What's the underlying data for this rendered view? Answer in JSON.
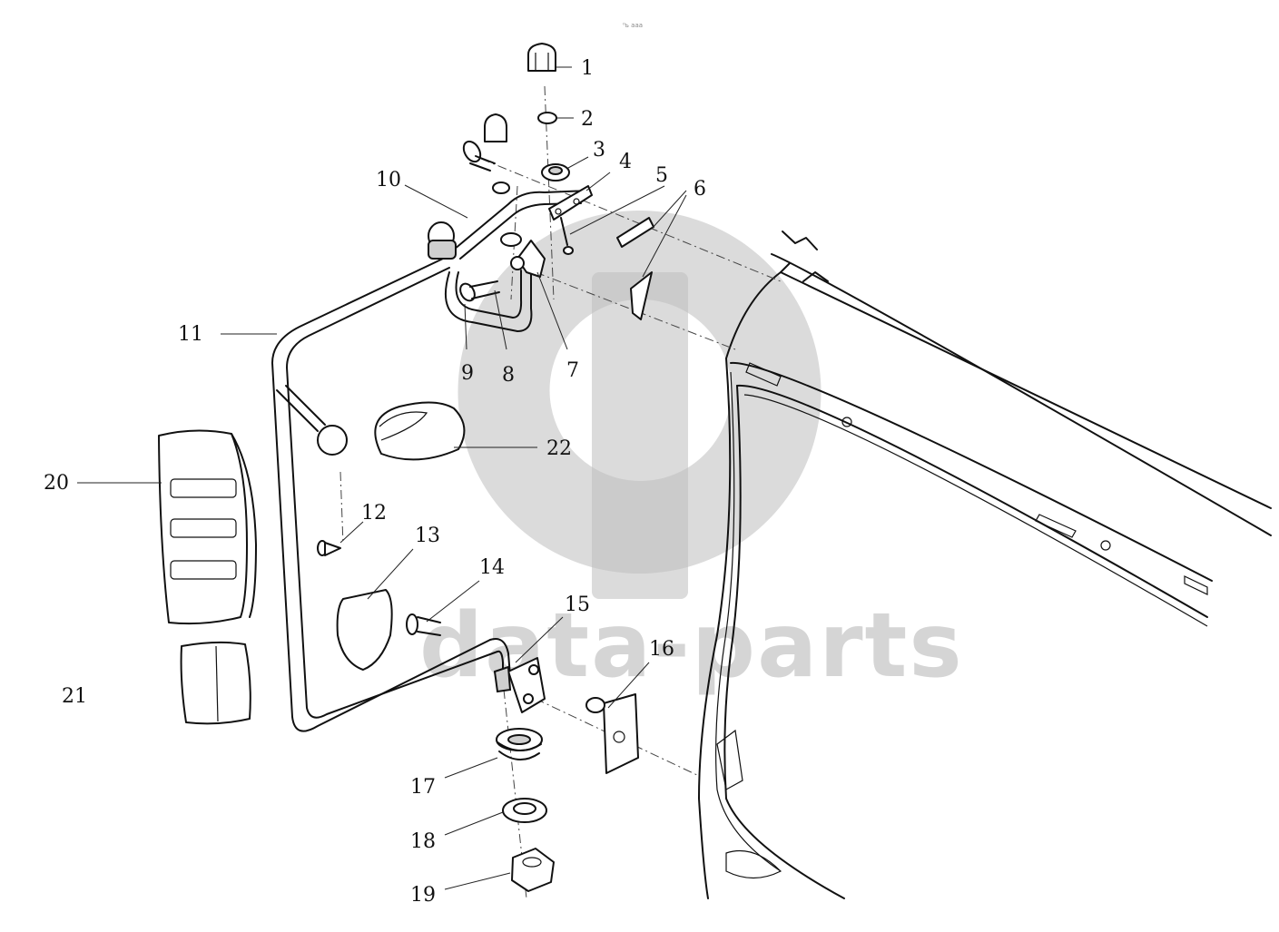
{
  "header_mark": "⁰ь ааа",
  "watermark": {
    "text": "data-parts"
  },
  "callouts": [
    {
      "id": "c1",
      "label": "1"
    },
    {
      "id": "c2",
      "label": "2"
    },
    {
      "id": "c3",
      "label": "3"
    },
    {
      "id": "c4",
      "label": "4"
    },
    {
      "id": "c5",
      "label": "5"
    },
    {
      "id": "c6",
      "label": "6"
    },
    {
      "id": "c7",
      "label": "7"
    },
    {
      "id": "c8",
      "label": "8"
    },
    {
      "id": "c9",
      "label": "9"
    },
    {
      "id": "c10",
      "label": "10"
    },
    {
      "id": "c11",
      "label": "11"
    },
    {
      "id": "c12",
      "label": "12"
    },
    {
      "id": "c13",
      "label": "13"
    },
    {
      "id": "c14",
      "label": "14"
    },
    {
      "id": "c15",
      "label": "15"
    },
    {
      "id": "c16",
      "label": "16"
    },
    {
      "id": "c17",
      "label": "17"
    },
    {
      "id": "c18",
      "label": "18"
    },
    {
      "id": "c19",
      "label": "19"
    },
    {
      "id": "c20",
      "label": "20"
    },
    {
      "id": "c21",
      "label": "21"
    },
    {
      "id": "c22",
      "label": "22"
    }
  ]
}
